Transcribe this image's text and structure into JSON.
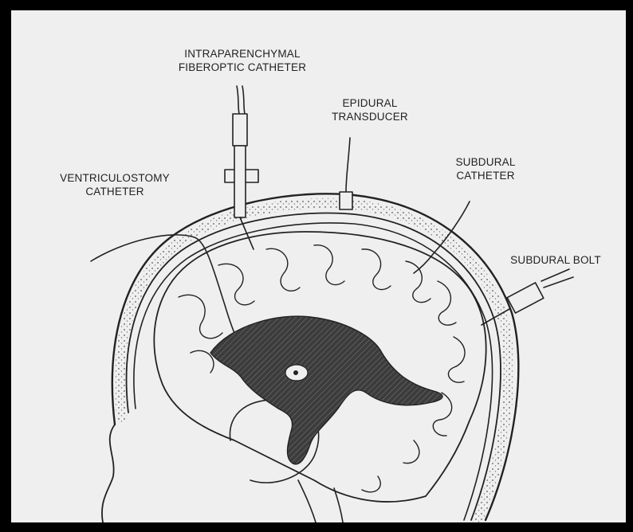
{
  "labels": {
    "intraparenchymal": [
      "INTRAPARENCHYMAL",
      "FIBEROPTIC CATHETER"
    ],
    "epidural": [
      "EPIDURAL",
      "TRANSDUCER"
    ],
    "ventriculostomy": [
      "VENTRICULOSTOMY",
      "CATHETER"
    ],
    "subdural_catheter": [
      "SUBDURAL",
      "CATHETER"
    ],
    "subdural_bolt": [
      "SUBDURAL BOLT"
    ]
  },
  "colors": {
    "background": "#000000",
    "paper": "#efefef",
    "ink": "#222222",
    "ventricle_fill": "#3c3c3c"
  }
}
